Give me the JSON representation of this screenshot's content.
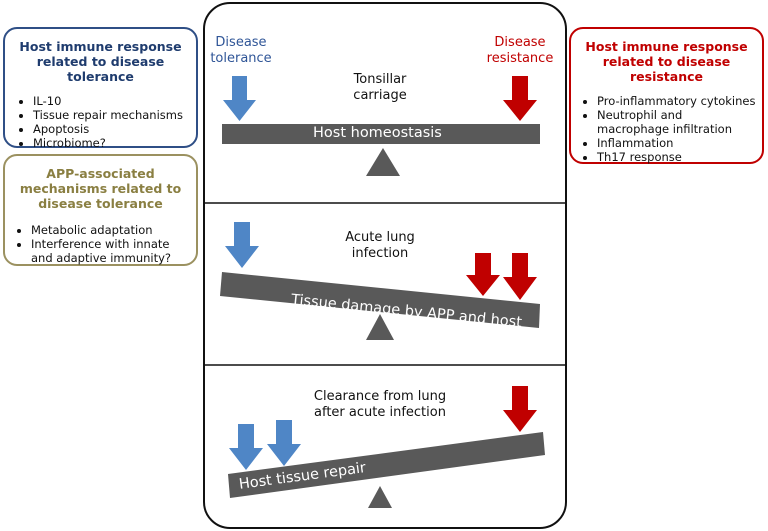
{
  "tolerance_box": {
    "title": "Host immune response related to disease tolerance",
    "items": [
      "IL-10",
      "Tissue repair mechanisms",
      "Apoptosis",
      "Microbiome?"
    ]
  },
  "app_box": {
    "title": "APP-associated mechanisms related to disease tolerance",
    "items": [
      "Metabolic adaptation",
      "Interference with innate and adaptive immunity?"
    ]
  },
  "resistance_box": {
    "title": "Host immune response related to disease resistance",
    "items": [
      "Pro-inflammatory cytokines",
      "Neutrophil and macrophage infiltration",
      "Inflammation",
      "Th17 response"
    ]
  },
  "axis": {
    "tolerance": "Disease tolerance",
    "resistance": "Disease resistance"
  },
  "panels": [
    {
      "stage": "Tonsillar carriage",
      "bar": "Host homeostasis",
      "tolerance_arrows": 1,
      "resistance_arrows": 1
    },
    {
      "stage": "Acute lung infection",
      "bar": "Tissue damage by APP and host",
      "tolerance_arrows": 1,
      "resistance_arrows": 2
    },
    {
      "stage": "Clearance from lung after acute infection",
      "bar": "Host tissue repair",
      "tolerance_arrows": 2,
      "resistance_arrows": 1
    }
  ],
  "colors": {
    "tolerance_box": "#2f4f86",
    "app_box": "#9b9160",
    "resistance": "#c00000",
    "tolerance_arrow": "#4f86c6",
    "resistance_arrow": "#c00000",
    "bar": "#595959"
  }
}
